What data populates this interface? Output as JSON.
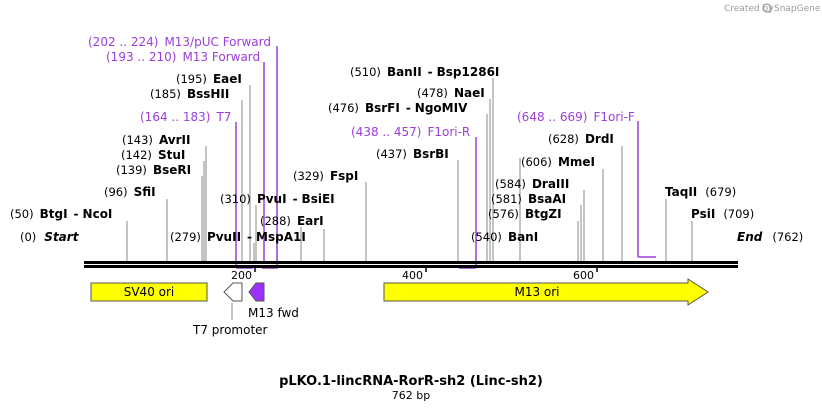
{
  "credit": {
    "prefix": "Created by",
    "brand": "SnapGene"
  },
  "title": "pLKO.1-lincRNA-RorR-sh2 (Linc-sh2)",
  "length_label": "762 bp",
  "ends": {
    "start_pos": "(0)",
    "start_label": "Start",
    "end_label": "End",
    "end_pos": "(762)"
  },
  "ruler": {
    "ticks": [
      "200",
      "400",
      "600"
    ]
  },
  "sites": [
    {
      "pos": "(50)",
      "name": "BtgI",
      "sep": "-",
      "name2": "NcoI"
    },
    {
      "pos": "(96)",
      "name": "SfiI"
    },
    {
      "pos": "(139)",
      "name": "BseRI"
    },
    {
      "pos": "(142)",
      "name": "StuI"
    },
    {
      "pos": "(143)",
      "name": "AvrII"
    },
    {
      "pos": "(185)",
      "name": "BssHII"
    },
    {
      "pos": "(195)",
      "name": "EaeI"
    },
    {
      "pos": "(279)",
      "name": "PvuII",
      "sep": "-",
      "name2": "MspA1I"
    },
    {
      "pos": "(288)",
      "name": "EarI"
    },
    {
      "pos": "(310)",
      "name": "PvuI",
      "sep": "-",
      "name2": "BsiEI"
    },
    {
      "pos": "(329)",
      "name": "FspI"
    },
    {
      "pos": "(437)",
      "name": "BsrBI"
    },
    {
      "pos": "(476)",
      "name": "BsrFI",
      "sep": "-",
      "name2": "NgoMIV"
    },
    {
      "pos": "(478)",
      "name": "NaeI"
    },
    {
      "pos": "(510)",
      "name": "BanII",
      "sep": "-",
      "name2": "Bsp1286I"
    },
    {
      "pos": "(540)",
      "name": "BanI"
    },
    {
      "pos": "(576)",
      "name": "BtgZI"
    },
    {
      "pos": "(581)",
      "name": "BsaAI"
    },
    {
      "pos": "(584)",
      "name": "DraIII"
    },
    {
      "pos": "(606)",
      "name": "MmeI"
    },
    {
      "pos": "(628)",
      "name": "DrdI"
    },
    {
      "name": "TaqII",
      "pos": "(679)"
    },
    {
      "name": "PsiI",
      "pos": "(709)"
    }
  ],
  "primers": [
    {
      "range": "(202 .. 224)",
      "name": "M13/pUC Forward"
    },
    {
      "range": "(193 .. 210)",
      "name": "M13 Forward"
    },
    {
      "range": "(164 .. 183)",
      "name": "T7"
    },
    {
      "range": "(438 .. 457)",
      "name": "F1ori-R"
    },
    {
      "range": "(648 .. 669)",
      "name": "F1ori-F"
    }
  ],
  "features": [
    {
      "name": "SV40 ori",
      "color": "#ffff00"
    },
    {
      "name": "M13 ori",
      "color": "#ffff00"
    },
    {
      "name": "T7 promoter",
      "color": "#ffffff"
    },
    {
      "name": "M13 fwd",
      "color": "#9b30ff"
    }
  ],
  "colors": {
    "primer": "#9a3fd9",
    "feature_yellow": "#ffff00",
    "m13_fwd": "#9b30ff"
  }
}
